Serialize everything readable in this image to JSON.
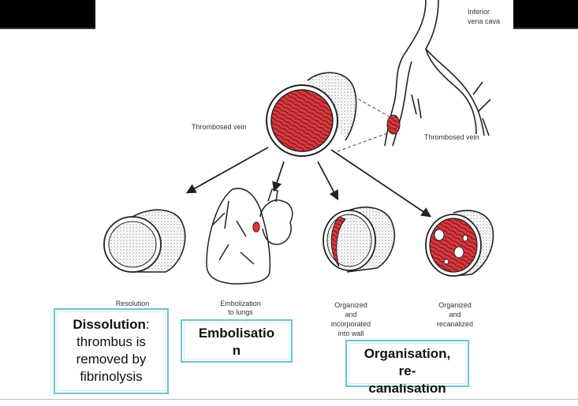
{
  "figure": {
    "labels": {
      "ivc": [
        "Inferior",
        "vena cava"
      ],
      "thrombosed_vein_left": "Thrombosed vein",
      "thrombosed_vein_right": "Thrombosed vein",
      "resolution": "Resolution",
      "embolization": [
        "Embolization",
        "to lungs"
      ],
      "organized_incorporated": [
        "Organized",
        "and",
        "incorporated",
        "into wall"
      ],
      "organized_recanalized": [
        "Organized",
        "and",
        "recanalized"
      ]
    }
  },
  "captions": {
    "dissolution": {
      "title": "Dissolution",
      "colon": ":",
      "lines": [
        "thrombus is",
        "removed by",
        "fibrinolysis"
      ]
    },
    "embolisation": {
      "lines": [
        "Embolisatio",
        "n"
      ]
    },
    "organisation": {
      "lines": [
        "Organisation,",
        "re-",
        "canalisation"
      ]
    }
  },
  "colors": {
    "clot": "#d9393f",
    "clot_dark": "#8b1a1e",
    "box_border": "#6fc3cf",
    "top_bar": "#000000"
  }
}
